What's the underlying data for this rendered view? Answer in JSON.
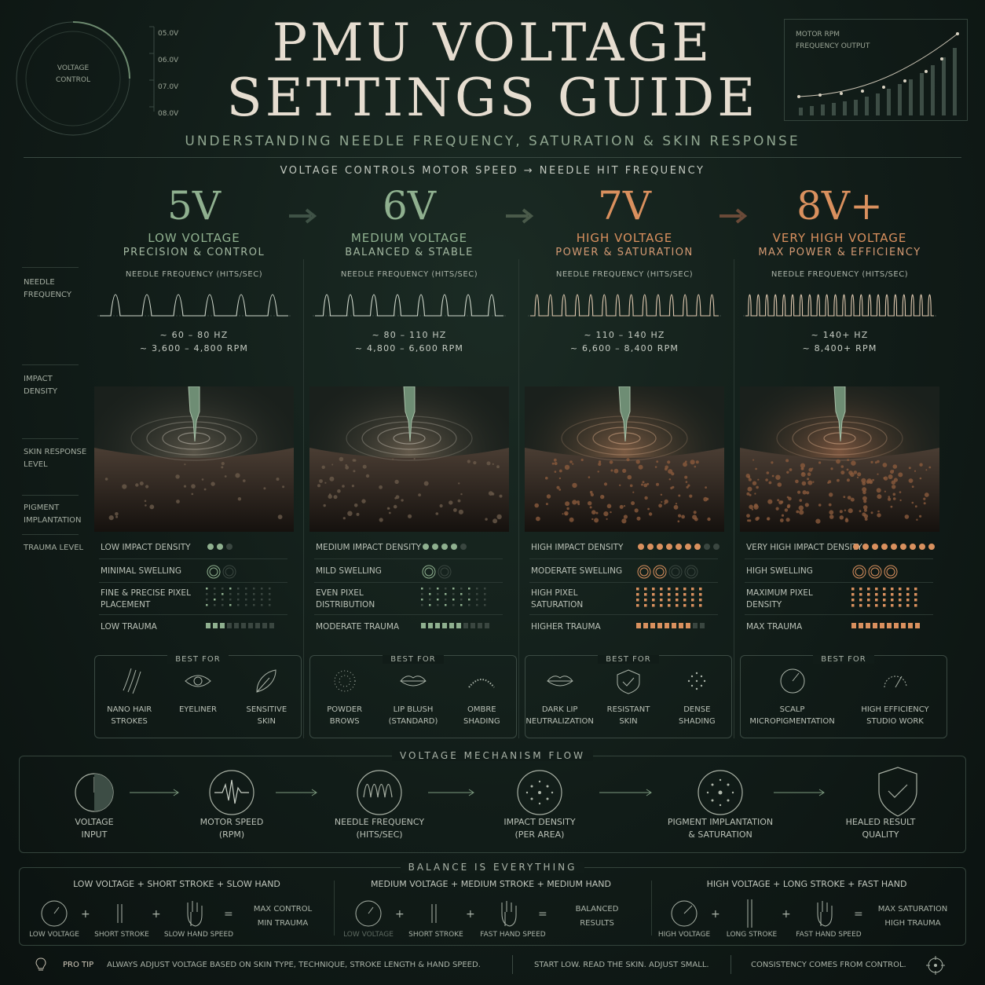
{
  "header": {
    "title_line1": "PMU VOLTAGE",
    "title_line2": "SETTINGS GUIDE",
    "subtitle": "UNDERSTANDING NEEDLE FREQUENCY, SATURATION & SKIN RESPONSE",
    "tagline": "VOLTAGE CONTROLS MOTOR SPEED → NEEDLE HIT FREQUENCY"
  },
  "dial": {
    "label_line1": "VOLTAGE",
    "label_line2": "CONTROL",
    "scale": [
      "05.0V",
      "06.0V",
      "07.0V",
      "08.0V"
    ]
  },
  "rpm_chart": {
    "label_line1": "MOTOR RPM",
    "label_line2": "FREQUENCY OUTPUT"
  },
  "side_labels": [
    {
      "line1": "NEEDLE",
      "line2": "FREQUENCY"
    },
    {
      "line1": "IMPACT",
      "line2": "DENSITY"
    },
    {
      "line1": "SKIN RESPONSE",
      "line2": "LEVEL"
    },
    {
      "line1": "PIGMENT",
      "line2": "IMPLANTATION"
    },
    {
      "line1": "TRAUMA LEVEL",
      "line2": ""
    }
  ],
  "columns": [
    {
      "voltage": "5V",
      "name": "LOW VOLTAGE",
      "desc": "PRECISION & CONTROL",
      "freq_label": "NEEDLE FREQUENCY (HITS/SEC)",
      "hz": "~ 60 – 80 HZ",
      "rpm": "~ 3,600 – 4,800 RPM",
      "attr1": "LOW IMPACT DENSITY",
      "attr2": "MINIMAL SWELLING",
      "attr3a": "FINE & PRECISE PIXEL",
      "attr3b": "PLACEMENT",
      "attr4": "LOW TRAUMA",
      "best_label": "BEST FOR",
      "best": [
        {
          "l1": "NANO HAIR",
          "l2": "STROKES"
        },
        {
          "l1": "EYELINER",
          "l2": ""
        },
        {
          "l1": "SENSITIVE",
          "l2": "SKIN"
        }
      ]
    },
    {
      "voltage": "6V",
      "name": "MEDIUM VOLTAGE",
      "desc": "BALANCED & STABLE",
      "freq_label": "NEEDLE FREQUENCY (HITS/SEC)",
      "hz": "~ 80 – 110 HZ",
      "rpm": "~ 4,800 – 6,600 RPM",
      "attr1": "MEDIUM IMPACT DENSITY",
      "attr2": "MILD SWELLING",
      "attr3a": "EVEN PIXEL",
      "attr3b": "DISTRIBUTION",
      "attr4": "MODERATE TRAUMA",
      "best_label": "BEST FOR",
      "best": [
        {
          "l1": "POWDER",
          "l2": "BROWS"
        },
        {
          "l1": "LIP BLUSH",
          "l2": "(STANDARD)"
        },
        {
          "l1": "OMBRE",
          "l2": "SHADING"
        }
      ]
    },
    {
      "voltage": "7V",
      "name": "HIGH VOLTAGE",
      "desc": "POWER & SATURATION",
      "freq_label": "NEEDLE FREQUENCY (HITS/SEC)",
      "hz": "~ 110 – 140 HZ",
      "rpm": "~ 6,600 – 8,400 RPM",
      "attr1": "HIGH IMPACT DENSITY",
      "attr2": "MODERATE SWELLING",
      "attr3a": "HIGH PIXEL",
      "attr3b": "SATURATION",
      "attr4": "HIGHER TRAUMA",
      "best_label": "BEST FOR",
      "best": [
        {
          "l1": "DARK LIP",
          "l2": "NEUTRALIZATION"
        },
        {
          "l1": "RESISTANT",
          "l2": "SKIN"
        },
        {
          "l1": "DENSE",
          "l2": "SHADING"
        }
      ]
    },
    {
      "voltage": "8V+",
      "name": "VERY HIGH VOLTAGE",
      "desc": "MAX POWER & EFFICIENCY",
      "freq_label": "NEEDLE FREQUENCY (HITS/SEC)",
      "hz": "~ 140+ HZ",
      "rpm": "~ 8,400+ RPM",
      "attr1": "VERY HIGH IMPACT DENSITY",
      "attr2": "HIGH SWELLING",
      "attr3a": "MAXIMUM PIXEL",
      "attr3b": "DENSITY",
      "attr4": "MAX TRAUMA",
      "best_label": "BEST FOR",
      "best": [
        {
          "l1": "SCALP",
          "l2": "MICROPIGMENTATION"
        },
        {
          "l1": "HIGH EFFICIENCY",
          "l2": "STUDIO WORK"
        }
      ]
    }
  ],
  "flow": {
    "title": "VOLTAGE MECHANISM FLOW",
    "steps": [
      {
        "l1": "VOLTAGE",
        "l2": "INPUT"
      },
      {
        "l1": "MOTOR SPEED",
        "l2": "(RPM)"
      },
      {
        "l1": "NEEDLE FREQUENCY",
        "l2": "(HITS/SEC)"
      },
      {
        "l1": "IMPACT DENSITY",
        "l2": "(PER AREA)"
      },
      {
        "l1": "PIGMENT IMPLANTATION",
        "l2": "& SATURATION"
      },
      {
        "l1": "HEALED RESULT",
        "l2": "QUALITY"
      }
    ]
  },
  "balance": {
    "title": "BALANCE IS EVERYTHING",
    "groups": [
      {
        "heading": "LOW VOLTAGE + SHORT STROKE + SLOW HAND",
        "i1": "LOW VOLTAGE",
        "i2": "SHORT STROKE",
        "i3": "SLOW HAND SPEED",
        "r1": "MAX CONTROL",
        "r2": "MIN TRAUMA"
      },
      {
        "heading": "MEDIUM VOLTAGE + MEDIUM STROKE + MEDIUM HAND",
        "i1": "LOW VOLTAGE",
        "i2": "SHORT STROKE",
        "i3": "FAST HAND SPEED",
        "r1": "BALANCED",
        "r2": "RESULTS"
      },
      {
        "heading": "HIGH VOLTAGE + LONG STROKE + FAST HAND",
        "i1": "HIGH VOLTAGE",
        "i2": "LONG STROKE",
        "i3": "FAST HAND SPEED",
        "r1": "MAX SATURATION",
        "r2": "HIGH TRAUMA"
      }
    ]
  },
  "footer": {
    "pro_tip": "PRO TIP",
    "tip": "ALWAYS ADJUST VOLTAGE BASED ON SKIN TYPE, TECHNIQUE, STROKE LENGTH & HAND SPEED.",
    "mid": "START LOW. READ THE SKIN. ADJUST SMALL.",
    "end": "CONSISTENCY COMES FROM CONTROL."
  },
  "colors": {
    "green": "#8fb08f",
    "copper": "#d9905e",
    "bg": "#111c18"
  }
}
